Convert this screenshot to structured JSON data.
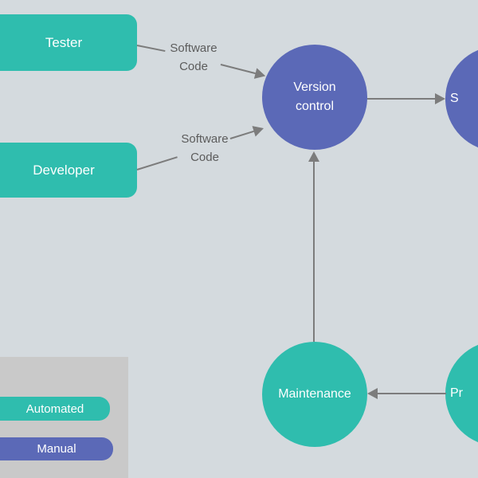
{
  "diagram": {
    "nodes": {
      "tester": {
        "label": "Tester",
        "type": "automated"
      },
      "developer": {
        "label": "Developer",
        "type": "automated"
      },
      "version_control": {
        "label": "Version control",
        "type": "manual"
      },
      "right_top_partial": {
        "label": "S",
        "type": "manual"
      },
      "maintenance": {
        "label": "Maintenance",
        "type": "automated"
      },
      "right_bottom_partial": {
        "label": "Pr",
        "type": "automated"
      }
    },
    "edge_labels": {
      "tester_to_version_control": "Software Code",
      "developer_to_version_control": "Software Code"
    },
    "legend": {
      "automated_label": "Automated",
      "manual_label": "Manual"
    },
    "colors": {
      "automated_teal": "#2fbdae",
      "manual_purple": "#5b69b7",
      "background": "#d4dade",
      "legend_panel": "#c9c9c9",
      "edge_gray": "#7c7c7c",
      "edge_label_text": "#5c5c5c"
    }
  }
}
